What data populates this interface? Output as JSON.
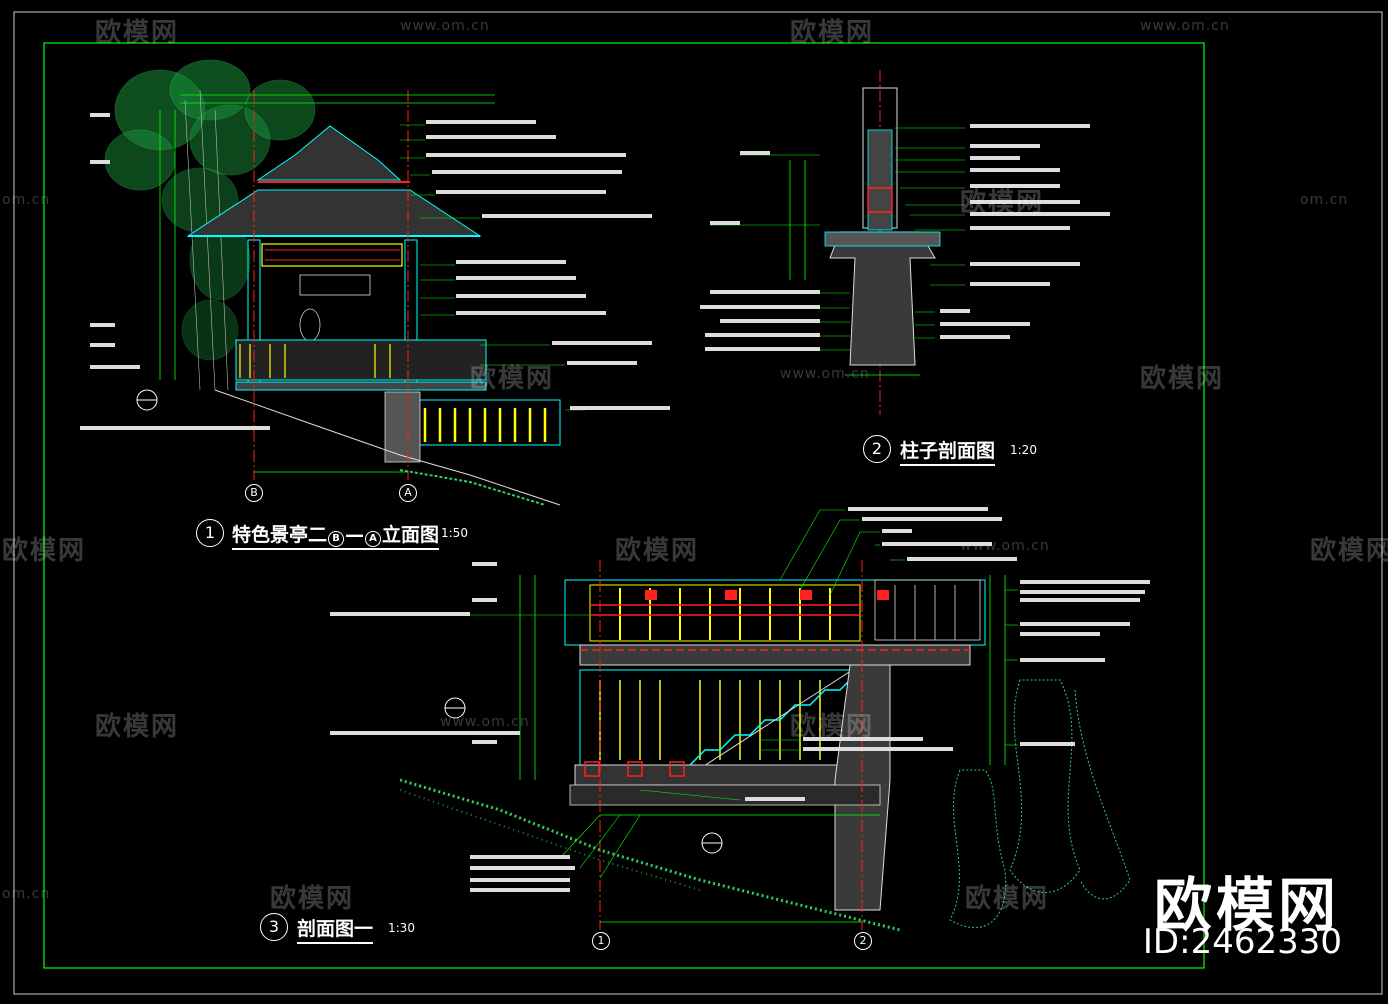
{
  "watermark": {
    "brand": "欧模网",
    "site": "www.om.cn",
    "site_short": "om.cn"
  },
  "drawings": {
    "elevation": {
      "num": "1",
      "title_pre": "特色景亭二",
      "axis_b": "B",
      "dash": "—",
      "axis_a": "A",
      "title_post": "立面图",
      "scale": "1:50"
    },
    "column": {
      "num": "2",
      "title": "柱子剖面图",
      "scale": "1:20"
    },
    "section": {
      "num": "3",
      "title": "剖面图一",
      "scale": "1:30",
      "axis_1": "1",
      "axis_2": "2"
    }
  },
  "branding": {
    "logo": "欧模网",
    "id": "ID:2462330"
  },
  "colors": {
    "border": "#00ff00",
    "cyan": "#00ffff",
    "yellow": "#ffff00",
    "red": "#ff2020",
    "green": "#00ff00",
    "white": "#ffffff",
    "magenta": "#ff00ff",
    "bamboo": "#1a8f3a"
  }
}
